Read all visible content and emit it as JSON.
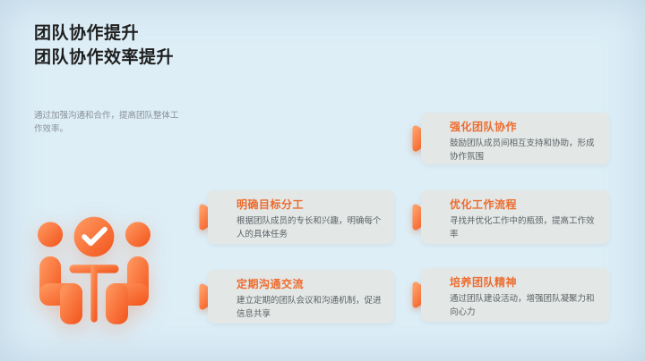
{
  "header": {
    "title_lines": [
      "团队协作提升",
      "团队协作效率提升"
    ],
    "subtitle": "通过加强沟通和合作，提高团队整体工作效率。"
  },
  "cards": [
    {
      "title": "强化团队协作",
      "body": "鼓励团队成员间相互支持和协助，形成协作氛围"
    },
    {
      "title": "明确目标分工",
      "body": "根据团队成员的专长和兴趣，明确每个人的具体任务"
    },
    {
      "title": "优化工作流程",
      "body": "寻找并优化工作中的瓶颈，提高工作效率"
    },
    {
      "title": "定期沟通交流",
      "body": "建立定期的团队会议和沟通机制，促进信息共享"
    },
    {
      "title": "培养团队精神",
      "body": "通过团队建设活动，增强团队凝聚力和向心力"
    }
  ],
  "icons": {
    "main": "team-meeting-check-icon",
    "bullet": "play-arrow-icon"
  },
  "colors": {
    "background": "#ddeef7",
    "card_background": "#e3e7e6",
    "title_text": "#1e1e1e",
    "subtitle_text": "#8a9097",
    "card_title": "#ed6c2f",
    "card_body": "#5c6165",
    "accent_gradient_start": "#ff9c64",
    "accent_gradient_end": "#f2531a"
  }
}
